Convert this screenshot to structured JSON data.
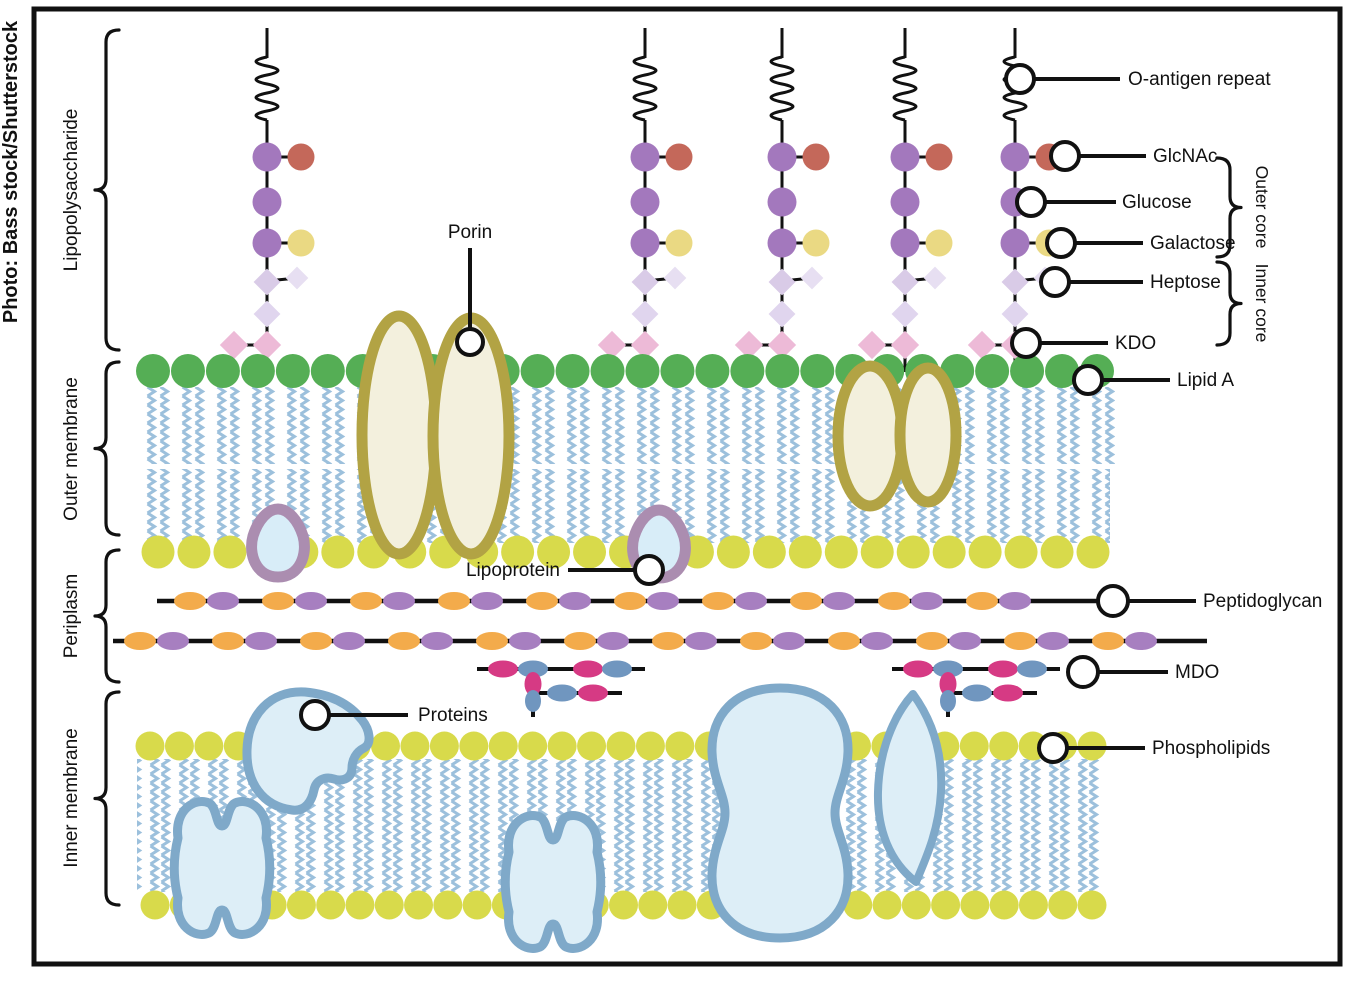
{
  "photo_credit": "Photo: Bass stock/Shutterstock",
  "regions": {
    "lipopolysaccharide": "Lipopolysaccharide",
    "outer_membrane": "Outer membrane",
    "periplasm": "Periplasm",
    "inner_membrane": "Inner membrane"
  },
  "core_labels": {
    "outer_core": "Outer core",
    "inner_core": "Inner core"
  },
  "callouts": {
    "o_antigen": "O-antigen repeat",
    "glcnac": "GlcNAc",
    "glucose": "Glucose",
    "galactose": "Galactose",
    "heptose": "Heptose",
    "kdo": "KDO",
    "lipid_a": "Lipid A",
    "porin": "Porin",
    "lipoprotein": "Lipoprotein",
    "peptidoglycan": "Peptidoglycan",
    "mdo": "MDO",
    "proteins": "Proteins",
    "phospholipids": "Phospholipids"
  },
  "colors": {
    "head_green": "#55ae55",
    "head_yellow": "#d8da4b",
    "tail_blue": "#9cc0dc",
    "sugar_purple": "#a378bd",
    "sugar_red": "#c4685a",
    "sugar_yellow": "#ead983",
    "diamond_lavender": "#d9cbe7",
    "diamond_lavender_light": "#e7dff2",
    "diamond_mid": "#e0d5ee",
    "diamond_pink": "#edbad7",
    "porin_ring": "#b2a344",
    "porin_fill": "#f3f0dd",
    "protein_ring": "#7fa9c9",
    "protein_fill": "#ddeef7",
    "lipoprotein_ring": "#ab8db0",
    "lipoprotein_fill": "#d8edf8",
    "glycan_orange": "#f3ab4b",
    "glycan_purple": "#a77fc0",
    "mdo_pink": "#d63a84",
    "mdo_blue": "#7096bf",
    "ink": "#111111"
  }
}
